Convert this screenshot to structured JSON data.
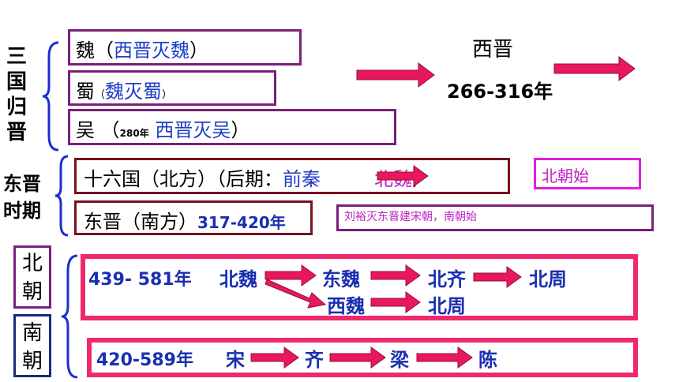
{
  "left_labels": {
    "sanguo": [
      "三",
      "国",
      "归",
      "晋"
    ],
    "dongjin": [
      "东晋",
      "时期"
    ],
    "beichao": [
      "北",
      "朝"
    ],
    "nanchao": [
      "南",
      "朝"
    ]
  },
  "sanguo": {
    "wei": {
      "name": "魏（",
      "note": "西晋灭魏",
      "close": "）"
    },
    "shu": {
      "name": "蜀",
      "open": "（",
      "note": "魏灭蜀",
      "close": "）"
    },
    "wu": {
      "name": "吴 （",
      "year": "280年",
      "note": " 西晋灭吴",
      "close": "）"
    }
  },
  "xijin": {
    "title": "西晋",
    "years": "266-316年"
  },
  "dongjin": {
    "row1": {
      "prefix": "十六国（北方）（后期：",
      "a": "前秦",
      "b": "北魏",
      "close": "）"
    },
    "row2": {
      "prefix": "东晋（南方）",
      "years": "317-420年"
    },
    "bei_start": "北朝始",
    "liuyu": "刘裕灭东晋建宋朝，南朝始"
  },
  "beichao": {
    "years": "439- 581年",
    "beiwei": "北魏",
    "dongwei": "东魏",
    "beiqi": "北齐",
    "beizhou1": "北周",
    "xiwei": "西魏",
    "beizhou2": "北周"
  },
  "nanchao": {
    "years": "420-589年",
    "song": "宋",
    "qi": "齐",
    "liang": "梁",
    "chen": "陈"
  },
  "colors": {
    "arrow": "#e8185a",
    "purple": "#7b1f7b",
    "pink": "#f0286e",
    "blue": "#1f3fc4",
    "magenta": "#e020e0",
    "brace": "#1a2fd0"
  }
}
